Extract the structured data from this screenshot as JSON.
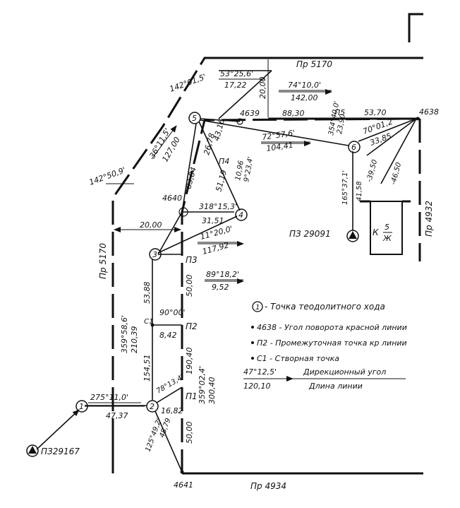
{
  "streets": {
    "top": "Пр 5170",
    "left": "Пр 5170",
    "bottom": "Пр 4934",
    "right": "Пр 4932"
  },
  "stations": {
    "st1": "1",
    "st2": "2",
    "st3": "3",
    "st4": "4",
    "st5": "5",
    "st6": "6"
  },
  "corners": {
    "c4639": "4639",
    "c4638": "4638",
    "c4640": "4640",
    "c4641": "4641"
  },
  "intermediate": {
    "p1": "П1",
    "p2": "П2",
    "p3": "П3",
    "p4": "П4",
    "p5": "П5",
    "c1": "С1"
  },
  "benchmarks": {
    "pz29167": "ПЗ29167",
    "pz29091": "ПЗ 29091"
  },
  "mark_k": {
    "k": "К",
    "num": "5",
    "den": "Ж"
  },
  "annotations": {
    "a_1_2_angle": "275°11,0'",
    "a_1_2_len": "47,37",
    "a_2_3_angle": "359°58,6'",
    "a_2_3_len": "210,39",
    "a_seg_3_c1": "53,88",
    "a_seg_c1_2": "154,51",
    "a_90": "90°00'",
    "a_842": "8,42",
    "a_2_p1_angle": "78°13,4'",
    "a_2_p1_len": "16,82",
    "a_right_angle": "359°02,4'",
    "a_right_len": "300,40",
    "a_19040": "190,40",
    "a_5000_low": "50,00",
    "a_2_4641_a": "125°49,2'",
    "a_2_4641_b": "48,79",
    "a_5000_mid": "50,00",
    "a_3_4_angle": "11°20,0'",
    "a_3_4_len": "117,92",
    "a_p3_angle": "89°18,2'",
    "a_p3_len": "9,52",
    "a_318": "318°15,3'",
    "a_3151": "31,51",
    "a_2000_left": "20,00",
    "a_142_509": "142°50,9'",
    "a_36_115": "36°11,5'",
    "a_12700": "127,00",
    "a_8384": "83,84",
    "a_4316": "43,16",
    "a_2678": "26,78",
    "a_5119": "51,19",
    "a_p4_angle": "9°23,4'",
    "a_p4_len": "10,96",
    "a_142_015": "142°01,5'",
    "a_53_angle": "53°25,6'",
    "a_53_len": "17,22",
    "a_2000_top": "20,00",
    "a_74_angle": "74°10,0'",
    "a_74_len": "142,00",
    "a_8830": "88,30",
    "a_72_angle": "72°57,6'",
    "a_72_len": "104,41",
    "a_5370": "53,70",
    "a_70_angle": "70°01,2'",
    "a_3385": "33,85",
    "a_2390": "23,90",
    "a_p5_angle": "354°40,0'",
    "a_3950": "-39,50",
    "a_4650": "-46,50",
    "a_165": "165°37,1'",
    "a_4158": "41,58"
  },
  "legend": {
    "item1": "- Точка теодолитного хода",
    "item2": "4638 - Угол поворота красной линии",
    "item3": "П2 - Промежуточная точка кр линии",
    "item4": "С1 - Створная точка",
    "sample_angle": "47°12,5'",
    "sample_len": "120,10",
    "sample_label1": "Дирекционный угол",
    "sample_label2": "Длина линии",
    "circle_num": "1"
  }
}
